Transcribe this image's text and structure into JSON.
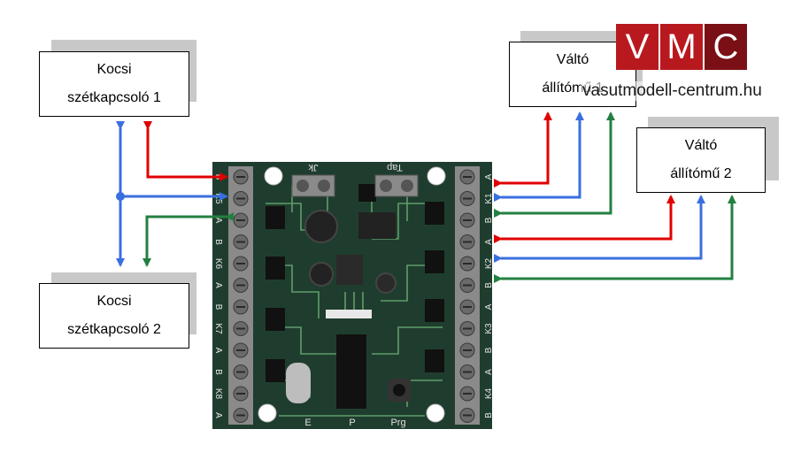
{
  "colors": {
    "red": "#e00000",
    "blue": "#3a6fe0",
    "green": "#238040",
    "pcb": "#1f3d2e",
    "trace": "#5f9d6a",
    "terminal": "#8a8a8a",
    "logo_red": "#b8191f",
    "logo_dark": "#7a1015"
  },
  "boxes": {
    "kocsi1": {
      "line1": "Kocsi",
      "line2": "szétkapcsoló 1"
    },
    "kocsi2": {
      "line1": "Kocsi",
      "line2": "szétkapcsoló 2"
    },
    "valto1": {
      "line1": "Váltó",
      "line2": "állítómű 1"
    },
    "valto2": {
      "line1": "Váltó",
      "line2": "állítómű 2"
    }
  },
  "logo": {
    "letters": [
      "V",
      "M",
      "C"
    ],
    "url": "vasutmodell-centrum.hu"
  },
  "board": {
    "left_terminals": [
      "B",
      "K5",
      "A",
      "B",
      "K6",
      "A",
      "B",
      "K7",
      "A",
      "B",
      "K8",
      "A"
    ],
    "right_terminals": [
      "A",
      "K1",
      "B",
      "A",
      "K2",
      "B",
      "A",
      "K3",
      "B",
      "A",
      "K4",
      "B"
    ],
    "top_labels": [
      "Jk",
      "Tap"
    ],
    "bottom_labels": [
      "E",
      "P",
      "Prg"
    ]
  }
}
